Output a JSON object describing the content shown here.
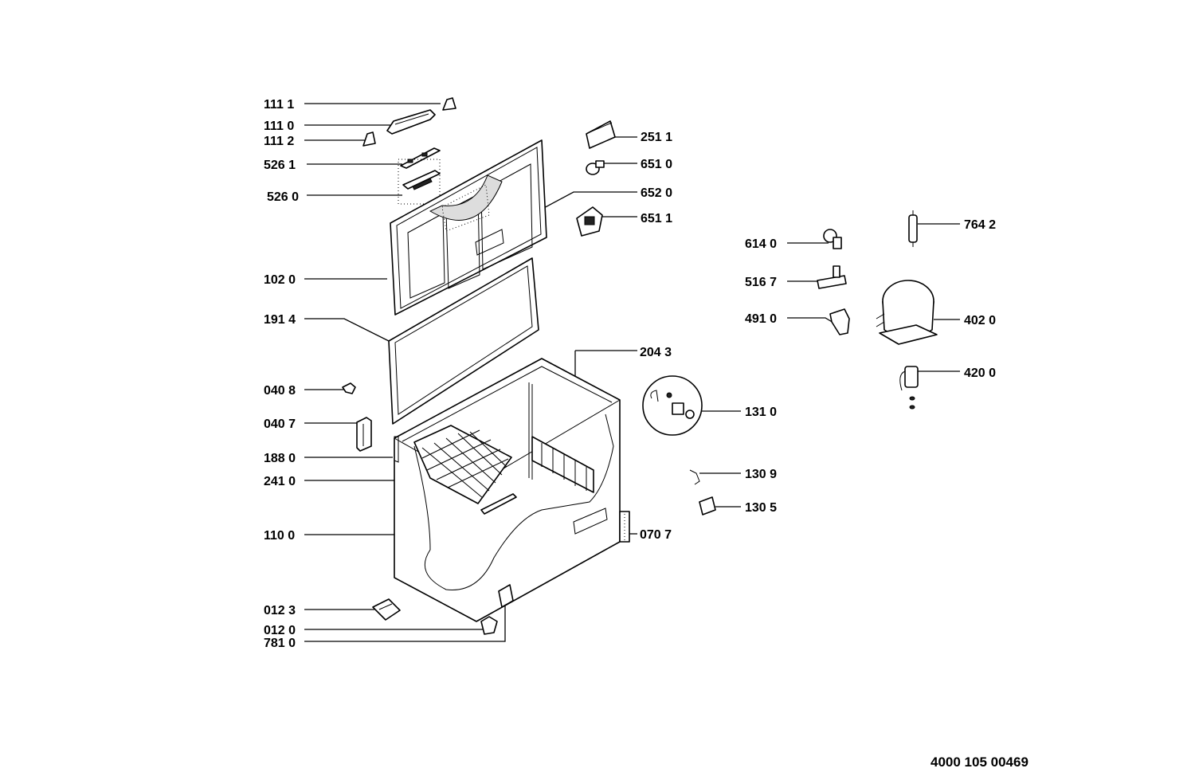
{
  "document_number": "4000 105 00469",
  "labels": {
    "l1111": "111 1",
    "l1110": "111 0",
    "l1112": "111 2",
    "l5261": "526 1",
    "l5260": "526 0",
    "l1020": "102 0",
    "l1914": "191 4",
    "l0408": "040 8",
    "l0407": "040 7",
    "l1880": "188 0",
    "l2410": "241 0",
    "l1100": "110 0",
    "l0123": "012 3",
    "l0120": "012 0",
    "l7810": "781 0",
    "l2511": "251 1",
    "l6510": "651 0",
    "l6520": "652 0",
    "l6511": "651 1",
    "l2043": "204 3",
    "l1310": "131 0",
    "l1309": "130 9",
    "l1305": "130 5",
    "l0707": "070 7",
    "l6140": "614 0",
    "l5167": "516 7",
    "l4910": "491 0",
    "l7642": "764 2",
    "l4020": "402 0",
    "l4200": "420 0"
  }
}
